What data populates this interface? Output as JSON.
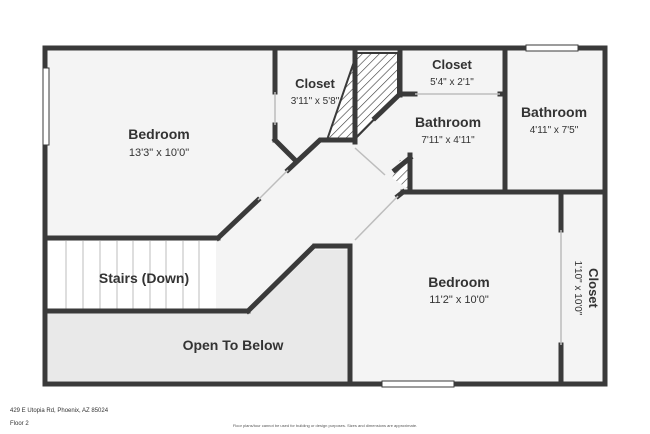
{
  "colors": {
    "wall": "#3a3a3a",
    "floor": "#f4f4f4",
    "open_area": "#e9e9e9",
    "window": "#ffffff",
    "text": "#333333"
  },
  "rooms": {
    "bedroom_1": {
      "name": "Bedroom",
      "dims": "13'3\" x 10'0\""
    },
    "closet_1": {
      "name": "Closet",
      "dims": "3'11\" x 5'8\""
    },
    "closet_2": {
      "name": "Closet",
      "dims": "5'4\" x 2'1\""
    },
    "bathroom_1": {
      "name": "Bathroom",
      "dims": "7'11\" x 4'11\""
    },
    "bathroom_2": {
      "name": "Bathroom",
      "dims": "4'11\" x 7'5\""
    },
    "stairs": {
      "name": "Stairs (Down)"
    },
    "bedroom_2": {
      "name": "Bedroom",
      "dims": "11'2\" x 10'0\""
    },
    "closet_3": {
      "name": "Closet",
      "dims": "1'10\" x 10'0\""
    },
    "open_below": {
      "name": "Open To Below"
    }
  },
  "footer": {
    "address": "429 E Utopia Rd, Phoenix, AZ 85024",
    "floor": "Floor 2",
    "disclaimer": "Floor plans/tour cannot be used for building or design purposes. Sizes and dimensions are approximate."
  }
}
